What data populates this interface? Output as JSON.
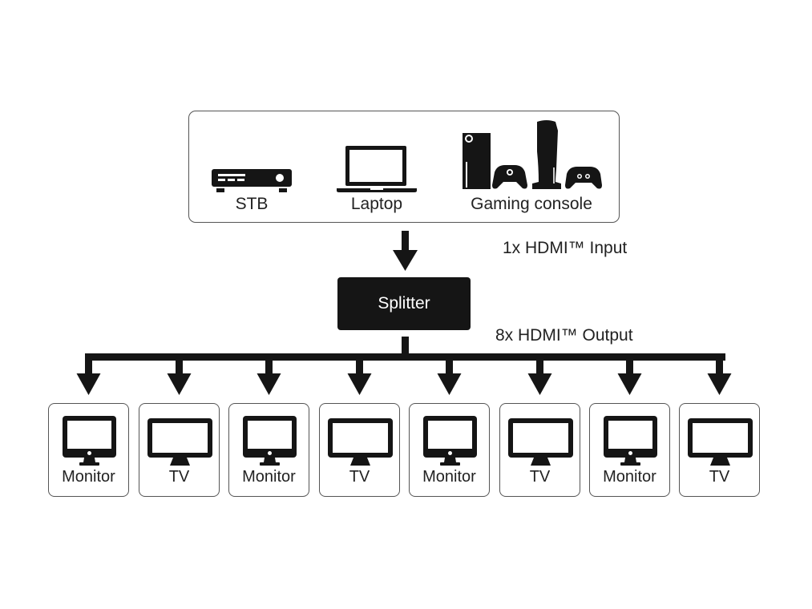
{
  "sources": [
    {
      "label": "STB",
      "icon": "set-top-box-icon"
    },
    {
      "label": "Laptop",
      "icon": "laptop-icon"
    },
    {
      "label": "Gaming console",
      "icon": "gaming-console-icon"
    }
  ],
  "input_note": "1x HDMI™ Input",
  "splitter_label": "Splitter",
  "output_note": "8x HDMI™ Output",
  "outputs": [
    {
      "label": "Monitor",
      "type": "monitor"
    },
    {
      "label": "TV",
      "type": "tv"
    },
    {
      "label": "Monitor",
      "type": "monitor"
    },
    {
      "label": "TV",
      "type": "tv"
    },
    {
      "label": "Monitor",
      "type": "monitor"
    },
    {
      "label": "TV",
      "type": "tv"
    },
    {
      "label": "Monitor",
      "type": "monitor"
    },
    {
      "label": "TV",
      "type": "tv"
    }
  ]
}
